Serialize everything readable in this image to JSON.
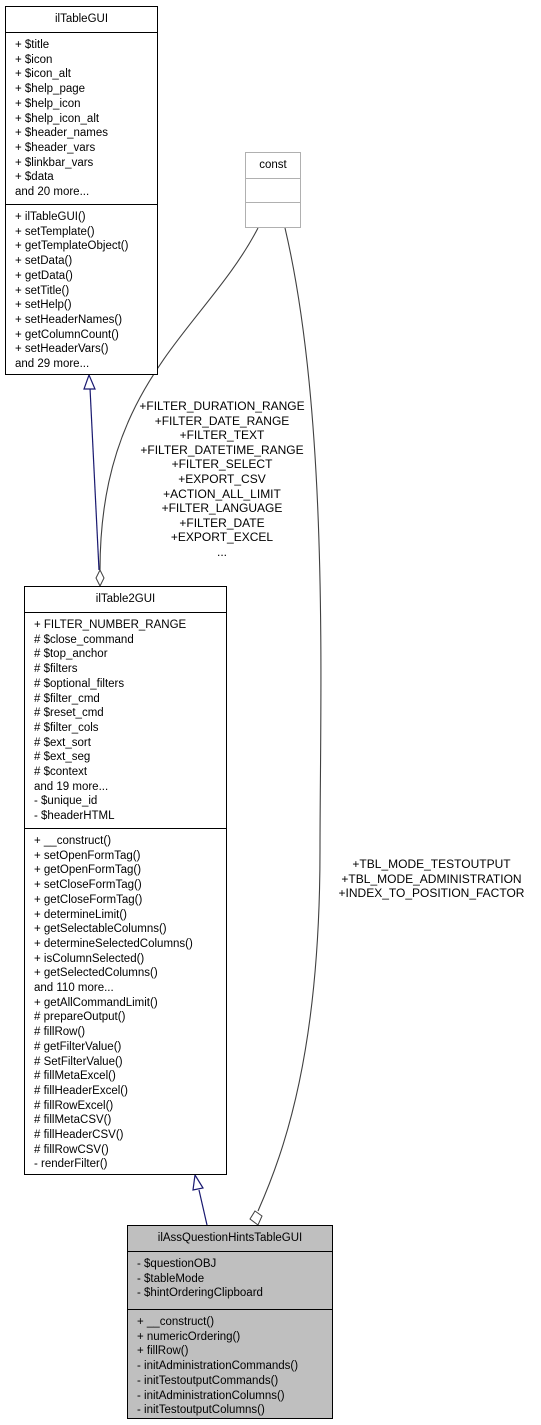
{
  "classes": {
    "iltablegui": {
      "name": "ilTableGUI",
      "attributes": [
        "+ $title",
        "+ $icon",
        "+ $icon_alt",
        "+ $help_page",
        "+ $help_icon",
        "+ $help_icon_alt",
        "+ $header_names",
        "+ $header_vars",
        "+ $linkbar_vars",
        "+ $data",
        "and 20 more..."
      ],
      "methods": [
        "+ ilTableGUI()",
        "+ setTemplate()",
        "+ getTemplateObject()",
        "+ setData()",
        "+ getData()",
        "+ setTitle()",
        "+ setHelp()",
        "+ setHeaderNames()",
        "+ getColumnCount()",
        "+ setHeaderVars()",
        "and 29 more..."
      ]
    },
    "const": {
      "name": "const",
      "attributes": [],
      "methods": []
    },
    "iltable2gui": {
      "name": "ilTable2GUI",
      "attributes": [
        "+ FILTER_NUMBER_RANGE",
        "# $close_command",
        "# $top_anchor",
        "# $filters",
        "# $optional_filters",
        "# $filter_cmd",
        "# $reset_cmd",
        "# $filter_cols",
        "# $ext_sort",
        "# $ext_seg",
        "# $context",
        "and 19 more...",
        "- $unique_id",
        "- $headerHTML"
      ],
      "methods": [
        "+ __construct()",
        "+ setOpenFormTag()",
        "+ getOpenFormTag()",
        "+ setCloseFormTag()",
        "+ getCloseFormTag()",
        "+ determineLimit()",
        "+ getSelectableColumns()",
        "+ determineSelectedColumns()",
        "+ isColumnSelected()",
        "+ getSelectedColumns()",
        "and 110 more...",
        "+ getAllCommandLimit()",
        "# prepareOutput()",
        "# fillRow()",
        "# getFilterValue()",
        "# SetFilterValue()",
        "# fillMetaExcel()",
        "# fillHeaderExcel()",
        "# fillRowExcel()",
        "# fillMetaCSV()",
        "# fillHeaderCSV()",
        "# fillRowCSV()",
        "- renderFilter()"
      ]
    },
    "ilassquestionhintstablegui": {
      "name": "ilAssQuestionHintsTableGUI",
      "attributes": [
        "- $questionOBJ",
        "- $tableMode",
        "- $hintOrderingClipboard"
      ],
      "methods": [
        "+ __construct()",
        "+ numericOrdering()",
        "+ fillRow()",
        "- initAdministrationCommands()",
        "- initTestoutputCommands()",
        "- initAdministrationColumns()",
        "- initTestoutputColumns()"
      ]
    }
  },
  "edge_labels": {
    "const_to_iltable2gui": [
      "+FILTER_DURATION_RANGE",
      "+FILTER_DATE_RANGE",
      "+FILTER_TEXT",
      "+FILTER_DATETIME_RANGE",
      "+FILTER_SELECT",
      "+EXPORT_CSV",
      "+ACTION_ALL_LIMIT",
      "+FILTER_LANGUAGE",
      "+FILTER_DATE",
      "+EXPORT_EXCEL",
      "..."
    ],
    "const_to_ilassquestionhintstablegui": [
      "+TBL_MODE_TESTOUTPUT",
      "+TBL_MODE_ADMINISTRATION",
      "+INDEX_TO_POSITION_FACTOR"
    ]
  },
  "colors": {
    "inheritance_edge": "#191970",
    "usage_edge": "#404040",
    "shaded_box": "#bfbfbf",
    "const_border": "#b0b0b0"
  }
}
